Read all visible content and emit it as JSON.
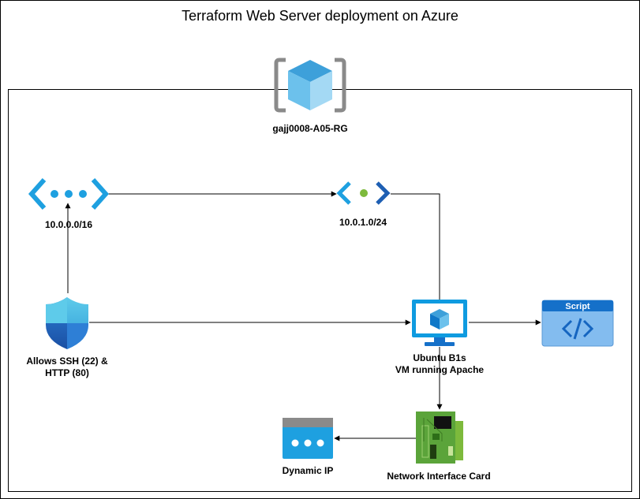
{
  "diagram": {
    "title": "Terraform Web Server deployment on Azure",
    "resource_group": {
      "label": "gajj0008-A05-RG",
      "icon": "resource-group-icon"
    },
    "vnet": {
      "label": "10.0.0.0/16",
      "icon": "virtual-network-icon"
    },
    "subnet": {
      "label": "10.0.1.0/24",
      "icon": "subnet-icon"
    },
    "nsg": {
      "label_line1": "Allows SSH (22) &",
      "label_line2": "HTTP (80)",
      "icon": "network-security-group-icon"
    },
    "vm": {
      "label_line1": "Ubuntu B1s",
      "label_line2": "VM running Apache",
      "icon": "virtual-machine-icon"
    },
    "script": {
      "badge": "Script",
      "icon": "script-icon"
    },
    "nic": {
      "label": "Network Interface Card",
      "icon": "network-interface-card-icon"
    },
    "public_ip": {
      "label": "Dynamic IP",
      "icon": "public-ip-icon"
    },
    "colors": {
      "azure_blue": "#1EA0E0",
      "vm_blue": "#0F9BE0",
      "script_blue": "#1570C9",
      "nic_green": "#5BA43A",
      "line": "#000000"
    }
  }
}
